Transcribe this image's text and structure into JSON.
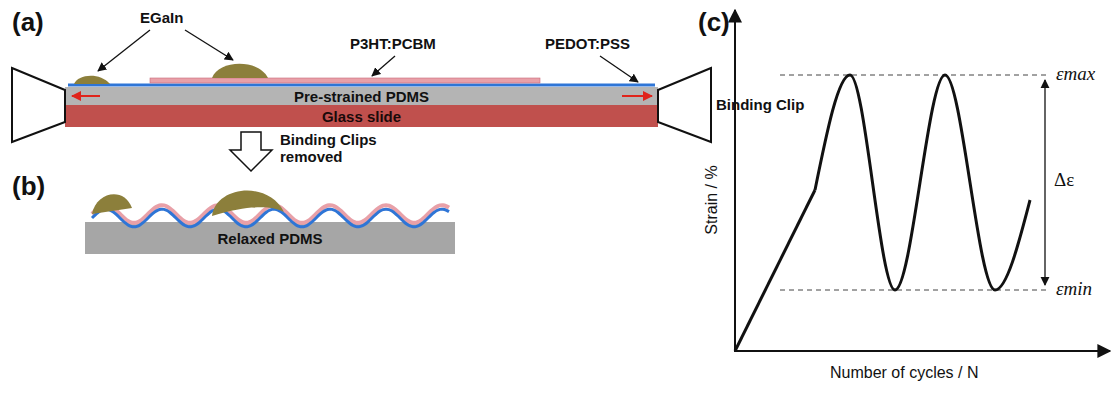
{
  "diagram": {
    "nodes": [
      {
        "text": [
          "Pre-strained PDMS"
        ]
      },
      {
        "text": [
          "Glass slide"
        ]
      },
      {
        "text": [
          "Relaxed PDMS"
        ]
      }
    ],
    "labels": [
      "(a)",
      "EGaIn",
      "P3HT:PCBM",
      "PEDOT:PSS",
      "Binding Clip",
      "Binding Clips removed",
      "(b)",
      "(c)",
      "Strain / %",
      "Number of cycles / N",
      "εmax",
      "Δε",
      "εmin"
    ]
  }
}
